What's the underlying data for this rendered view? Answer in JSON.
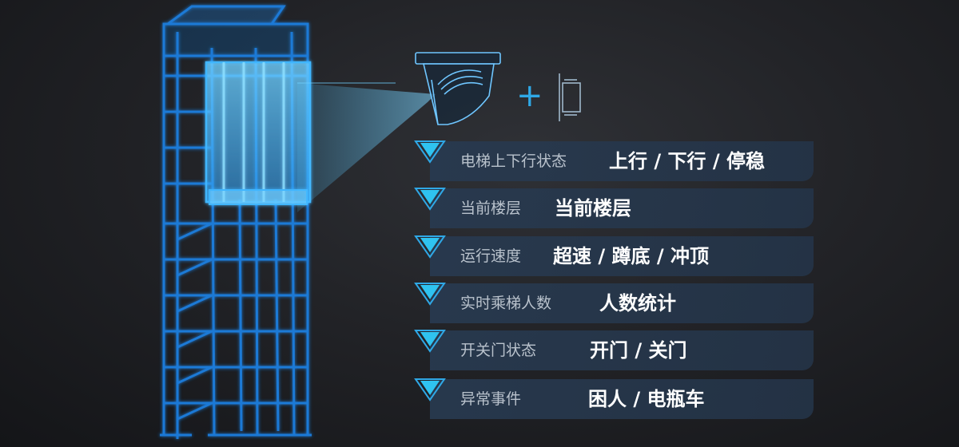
{
  "rows": [
    {
      "label": "电梯上下行状态",
      "value": "上行 / 下行 / 停稳"
    },
    {
      "label": "当前楼层",
      "value": "当前楼层"
    },
    {
      "label": "运行速度",
      "value": "超速 / 蹲底 / 冲顶"
    },
    {
      "label": "实时乘梯人数",
      "value": "人数统计"
    },
    {
      "label": "开关门状态",
      "value": "开门 / 关门"
    },
    {
      "label": "异常事件",
      "value": "困人 / 电瓶车"
    }
  ],
  "plus_symbol": "+",
  "colors": {
    "accent": "#2fa8e6",
    "wireframe": "#1e7fe0",
    "car_glow": "#3fb6ff",
    "panel": "#2a3c52",
    "label_text": "#b9c2cc",
    "value_text": "#ffffff"
  }
}
